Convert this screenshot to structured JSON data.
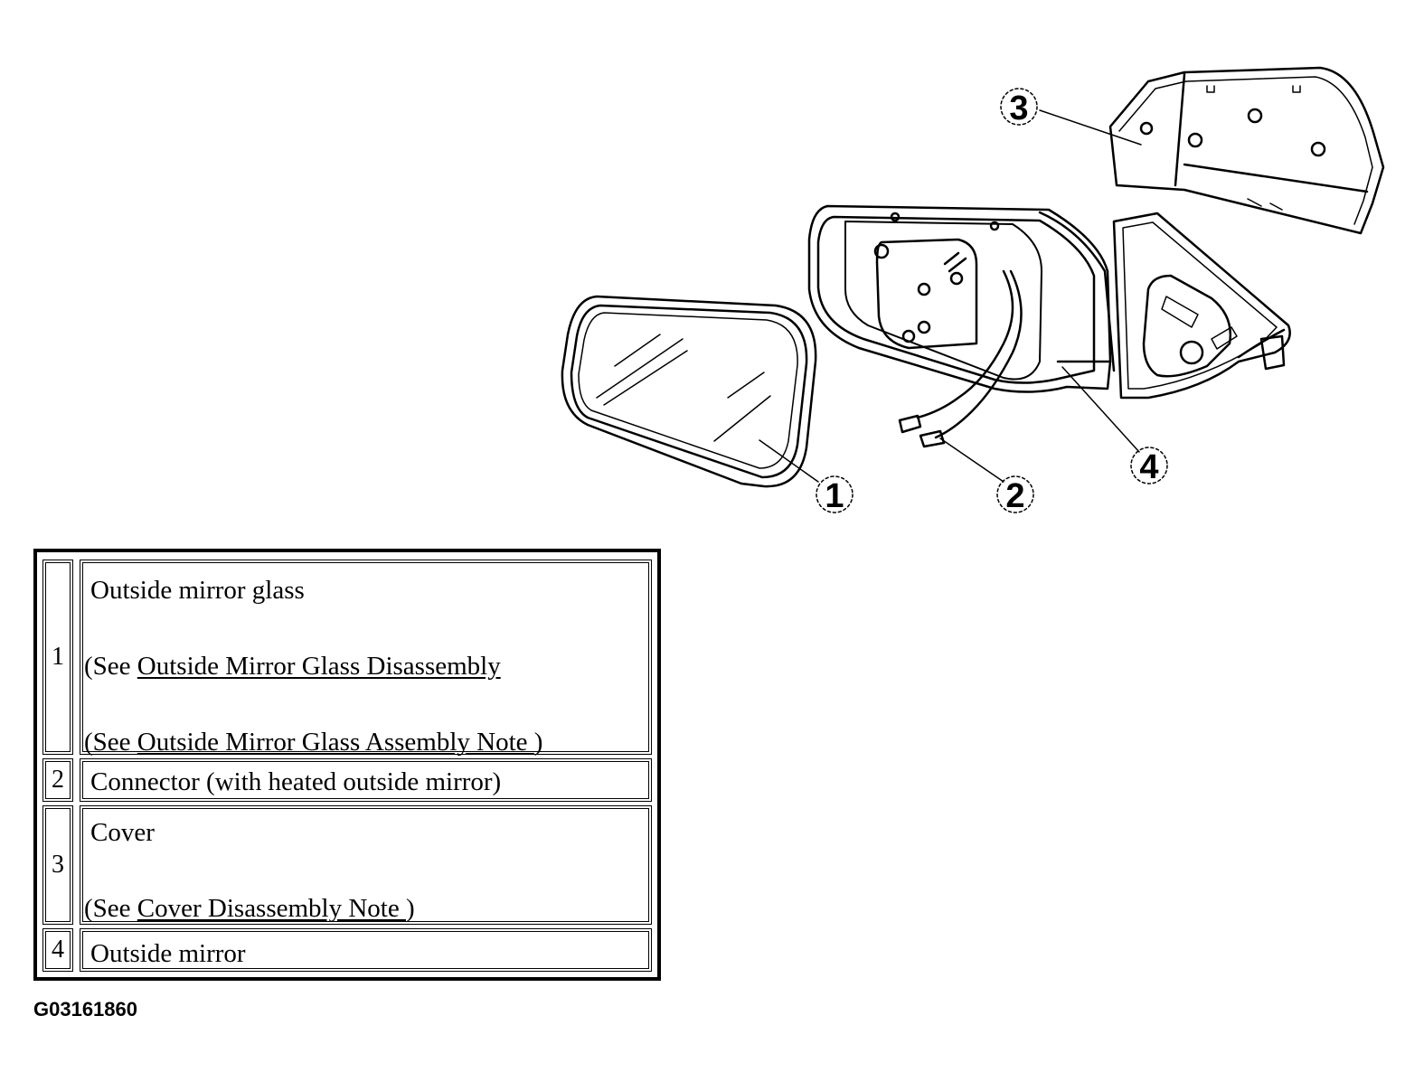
{
  "callouts": [
    "1",
    "2",
    "3",
    "4"
  ],
  "legend": [
    {
      "number": "1",
      "title": "Outside mirror glass",
      "see1_prefix": "(See ",
      "see1_link": "Outside Mirror Glass Disassembly",
      "see2_prefix": "(See ",
      "see2_link": "Outside Mirror Glass Assembly Note ",
      "see2_suffix": ")"
    },
    {
      "number": "2",
      "title": "Connector (with heated outside mirror)"
    },
    {
      "number": "3",
      "title": "Cover",
      "see1_prefix": "(See ",
      "see1_link": "Cover Disassembly Note ",
      "see1_suffix": ")"
    },
    {
      "number": "4",
      "title": "Outside mirror"
    }
  ],
  "figure_id": "G03161860"
}
